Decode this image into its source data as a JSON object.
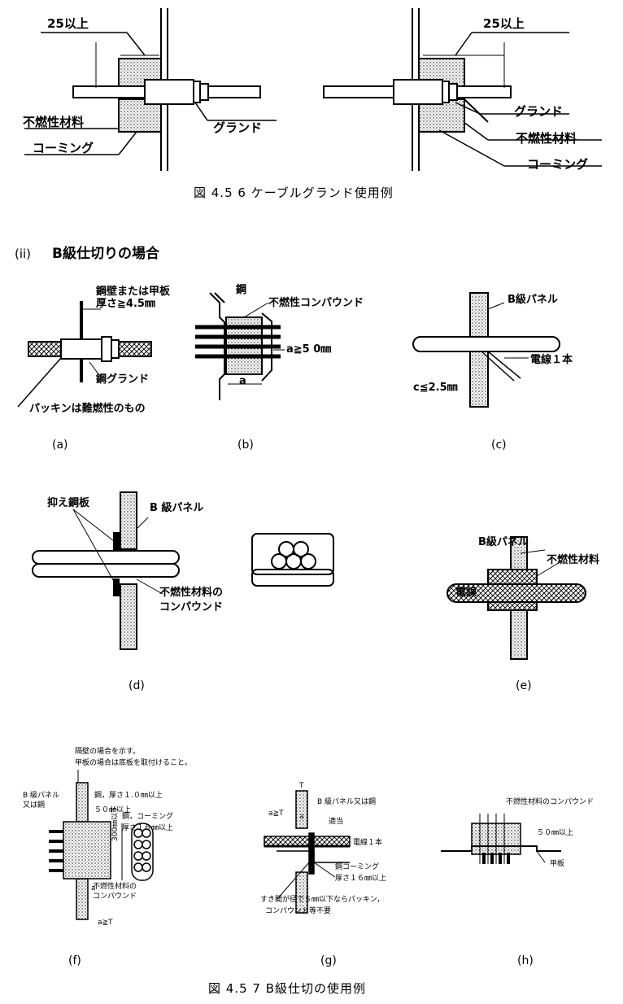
{
  "fig456": {
    "left": {
      "dim": "25以上",
      "material": "不燃性材料",
      "coaming": "コーミング",
      "gland": "グランド"
    },
    "right": {
      "dim": "25以上",
      "gland": "グランド",
      "material": "不燃性材料",
      "coaming": "コーミング"
    },
    "caption": "図 4.5 6 ケーブルグランド使用例"
  },
  "section": {
    "marker": "(ii)",
    "title": "B級仕切りの場合"
  },
  "a": {
    "label1": "鋼壁または甲板",
    "label2": "厚さ≧4.5㎜",
    "gland": "鋼グランド",
    "packing": "パッキンは難燃性のもの",
    "sub": "(a)"
  },
  "b": {
    "steel": "鋼",
    "compound": "不燃性コンパウンド",
    "dim": "a≧5 0㎜",
    "a": "a",
    "sub": "(b)"
  },
  "c": {
    "panel": "B級パネル",
    "wire": "電線１本",
    "dim": "c≦2.5㎜",
    "sub": "(c)"
  },
  "d": {
    "plate": "抑え鋼板",
    "panel": "B 級パネル",
    "compound1": "不燃性材料の",
    "compound2": "コンパウンド",
    "sub": "(d)"
  },
  "e": {
    "panel": "B級パネル",
    "material": "不燃性材料",
    "wire": "電線",
    "sub": "(e)"
  },
  "f": {
    "note1": "隔壁の場合を示す。",
    "note2": "甲板の場合は底板を取付けること。",
    "panel1": "B 級パネル",
    "panel2": "又は鋼",
    "steel": "鋼，厚さ１.０㎜以上",
    "len": "５０㎜以上",
    "coam1": "鋼，コーミング",
    "coam2": "厚さ１６㎜以上",
    "h": "300㎜以下",
    "comp1": "不燃性材料の",
    "comp2": "コンパウンド",
    "a": "a",
    "aT": "a≧T",
    "sub": "(f)"
  },
  "g": {
    "T": "T",
    "a": "a",
    "aT": "a≧T",
    "panel": "B 級パネル又は鋼",
    "fit": "適当",
    "wire": "電線１本",
    "coam1": "鋼コーミング",
    "coam2": "厚さ１６㎜以上",
    "note1": "すき間が径で５㎜以下ならパッキン，",
    "note2": "コンパウンド等不要",
    "sub": "(g)"
  },
  "h": {
    "compound": "不燃性材料のコンパウンド",
    "len": "５０㎜以上",
    "deck": "甲板",
    "sub": "(h)"
  },
  "caption2": "図 4.5 7 B級仕切の使用例"
}
